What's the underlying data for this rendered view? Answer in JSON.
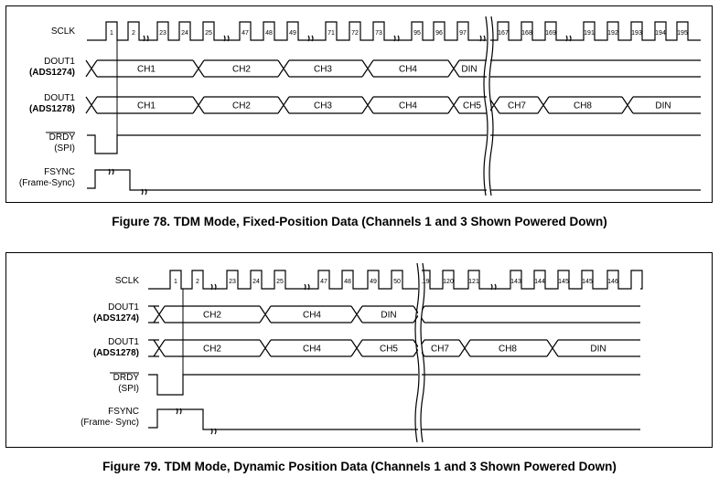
{
  "figure78": {
    "caption": "Figure 78.  TDM Mode, Fixed-Position Data (Channels 1 and 3 Shown Powered Down)",
    "signals": {
      "sclk": [
        "SCLK"
      ],
      "dout1": [
        "DOUT1",
        "(ADS1274)"
      ],
      "dout2": [
        "DOUT1",
        "(ADS1278)"
      ],
      "drdy": [
        "DRDY",
        "(SPI)"
      ],
      "fsync": [
        "FSYNC",
        "(Frame-Sync)"
      ]
    },
    "sclk_pulse_numbers": [
      "1",
      "2",
      "23",
      "24",
      "25",
      "47",
      "48",
      "49",
      "71",
      "72",
      "73",
      "95",
      "96",
      "97",
      "167",
      "168",
      "169",
      "191",
      "192",
      "193",
      "194",
      "195"
    ],
    "dout_ads1274_segments": [
      "CH1",
      "CH2",
      "CH3",
      "CH4",
      "DIN"
    ],
    "dout_ads1278_segments": [
      "CH1",
      "CH2",
      "CH3",
      "CH4",
      "CH5",
      "CH7",
      "CH8",
      "DIN"
    ]
  },
  "figure79": {
    "caption": "Figure 79.  TDM Mode, Dynamic Position Data (Channels 1 and 3 Shown Powered Down)",
    "signals": {
      "sclk": [
        "SCLK"
      ],
      "dout1": [
        "DOUT1",
        "(ADS1274)"
      ],
      "dout2": [
        "DOUT1",
        "(ADS1278)"
      ],
      "drdy": [
        "DRDY",
        "(SPI)"
      ],
      "fsync": [
        "FSYNC",
        "(Frame- Sync)"
      ]
    },
    "sclk_pulse_numbers": [
      "1",
      "2",
      "23",
      "24",
      "25",
      "47",
      "48",
      "49",
      "50",
      "119",
      "120",
      "121",
      "143",
      "144",
      "145",
      "145",
      "146"
    ],
    "dout_ads1274_segments": [
      "CH2",
      "CH4",
      "DIN"
    ],
    "dout_ads1278_segments": [
      "CH2",
      "CH4",
      "CH5",
      "CH7",
      "CH8",
      "DIN"
    ]
  }
}
